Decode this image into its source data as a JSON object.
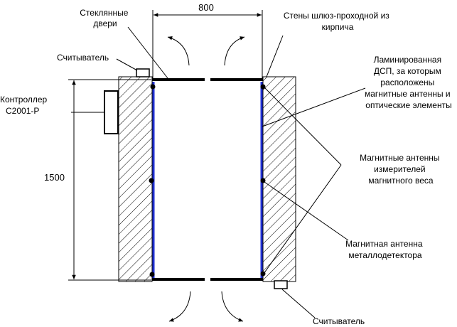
{
  "dimensions": {
    "width_label": "800",
    "height_label": "1500"
  },
  "labels": {
    "glass_doors": [
      "Стеклянные",
      "двери"
    ],
    "walls": [
      "Стены шлюз-проходной из",
      "кирпича"
    ],
    "reader_top": "Считыватель",
    "controller": [
      "Контроллер",
      "C2001-P"
    ],
    "laminated": [
      "Ламинированная",
      "ДСП, за которым",
      "расположены",
      "магнитные антенны и",
      "оптические элементы"
    ],
    "weight_antennas": [
      "Магнитные антенны",
      "измерителей",
      "магнитного веса"
    ],
    "metal_antenna": [
      "Магнитная антенна",
      "металлодетектора"
    ],
    "reader_bottom": "Считыватель"
  },
  "colors": {
    "wall_fill": "#ffffff",
    "hatch": "#000000",
    "panel": "#1f2fd0",
    "line": "#000000"
  }
}
